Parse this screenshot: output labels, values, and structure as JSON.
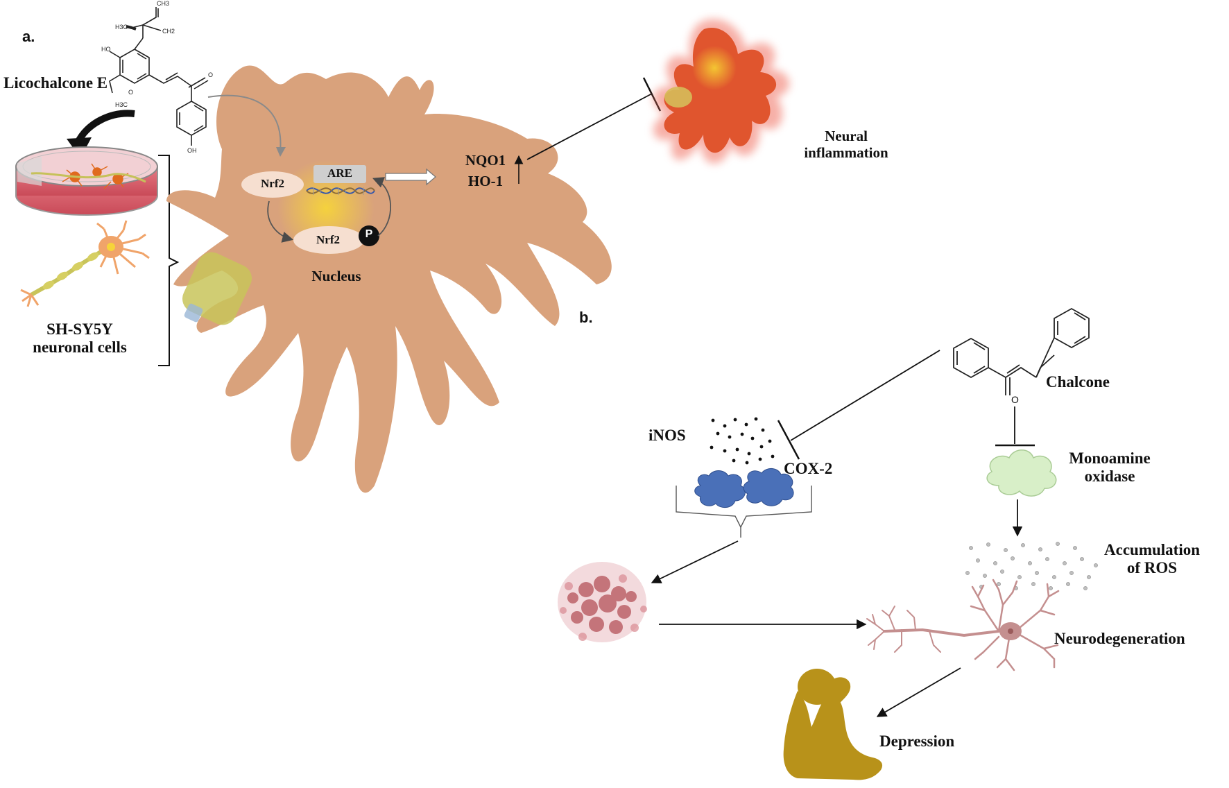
{
  "panels": {
    "a": "a.",
    "b": "b."
  },
  "panel_a": {
    "compound": "Licochalcone E",
    "cells": "SH-SY5Y\nneuronal cells",
    "nrf2_top": "Nrf2",
    "are": "ARE",
    "nrf2_bottom": "Nrf2",
    "phospho": "P",
    "nucleus": "Nucleus",
    "genes": "NQO1\nHO-1",
    "outcome": "Neural\ninflammation",
    "structure_atoms": [
      "CH3",
      "H3C",
      "CH2",
      "HO",
      "H3C",
      "O",
      "O",
      "OH"
    ]
  },
  "panel_b": {
    "chalcone": "Chalcone",
    "chalcone_atom": "O",
    "inos": "iNOS",
    "cox2": "COX-2",
    "mao": "Monoamine\noxidase",
    "ros": "Accumulation\nof ROS",
    "neurodegeneration": "Neurodegeneration",
    "depression": "Depression"
  },
  "colors": {
    "cell_body": "#d9a27c",
    "inflamed_cell": "#e0552e",
    "nucleus_glow": "#f4d33a",
    "nrf2_oval": "#f6dfd0",
    "are_box": "#cccccc",
    "enzyme_blue": "#4a70b8",
    "mao_green": "#d8efc8",
    "tissue_red": "#b5525a",
    "neuron_pink": "#c48f8f",
    "figure_gold": "#b8921a"
  }
}
